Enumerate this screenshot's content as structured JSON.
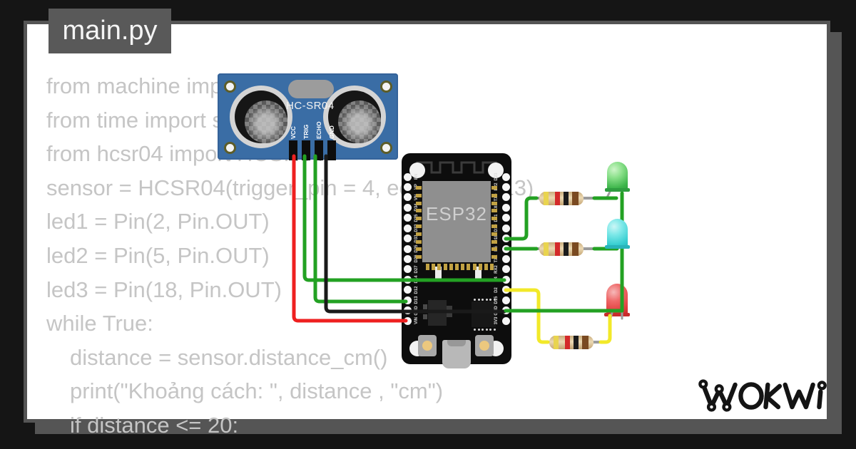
{
  "window": {
    "tab": "main.py"
  },
  "brand": {
    "logo_text": "WOKWI"
  },
  "code": {
    "lines": [
      {
        "text": "from machine import Pin",
        "indent": 0
      },
      {
        "text": "from time import sleep",
        "indent": 0
      },
      {
        "text": "from hcsr04 import HCSR04",
        "indent": 0
      },
      {
        "text": "sensor = HCSR04(trigger_pin = 4, echo_pin = 13)",
        "indent": 0
      },
      {
        "text": "led1 = Pin(2, Pin.OUT)",
        "indent": 0
      },
      {
        "text": "led2 = Pin(5, Pin.OUT)",
        "indent": 0
      },
      {
        "text": "led3 = Pin(18, Pin.OUT)",
        "indent": 0
      },
      {
        "text": "while True:",
        "indent": 0
      },
      {
        "text": "distance = sensor.distance_cm()",
        "indent": 1
      },
      {
        "text": "print(\"Khoảng cách: \", distance , \"cm\")",
        "indent": 1
      },
      {
        "text": "if distance <= 20:",
        "indent": 1
      }
    ]
  },
  "sensor": {
    "title": "HC-SR04",
    "pins": [
      "VCC",
      "TRIG",
      "ECHO",
      "GND"
    ],
    "board_color": "#3a6da5"
  },
  "esp32": {
    "chip": "ESP32",
    "left_pins": [
      "EN",
      "VP",
      "VN",
      "D34",
      "D35",
      "D32",
      "D33",
      "D25",
      "D26",
      "D27",
      "D14",
      "D12",
      "D13",
      "GND",
      "VIN"
    ],
    "right_pins": [
      "D23",
      "D22",
      "TX0",
      "RX0",
      "D21",
      "D19",
      "D18",
      "D5",
      "TX2",
      "RX2",
      "D4",
      "D2",
      "D15",
      "GND",
      "3V3"
    ]
  },
  "resistors": [
    {
      "bands": [
        "#e9d44f",
        "#d42a2a",
        "#1c1c1c",
        "#7a4a21"
      ]
    },
    {
      "bands": [
        "#e9d44f",
        "#d42a2a",
        "#1c1c1c",
        "#7a4a21"
      ]
    },
    {
      "bands": [
        "#e9d44f",
        "#d42a2a",
        "#1c1c1c",
        "#7a4a21"
      ]
    }
  ],
  "leds": [
    {
      "name": "green",
      "color": "#3db54b"
    },
    {
      "name": "cyan",
      "color": "#35cdd0"
    },
    {
      "name": "red",
      "color": "#df3b3b"
    }
  ],
  "wires": {
    "vcc_red": "#ee2020",
    "trig_green": "#23a123",
    "echo_green": "#23a123",
    "gnd_black": "#1a1a1a",
    "led_yellow": "#f2e929",
    "led_common_green": "#23a123"
  },
  "theme": {
    "background": "#151515",
    "card": "#ffffff",
    "frame_gray": "#555555",
    "tab_bg": "#595959",
    "code_text": "#c5c5c5"
  }
}
